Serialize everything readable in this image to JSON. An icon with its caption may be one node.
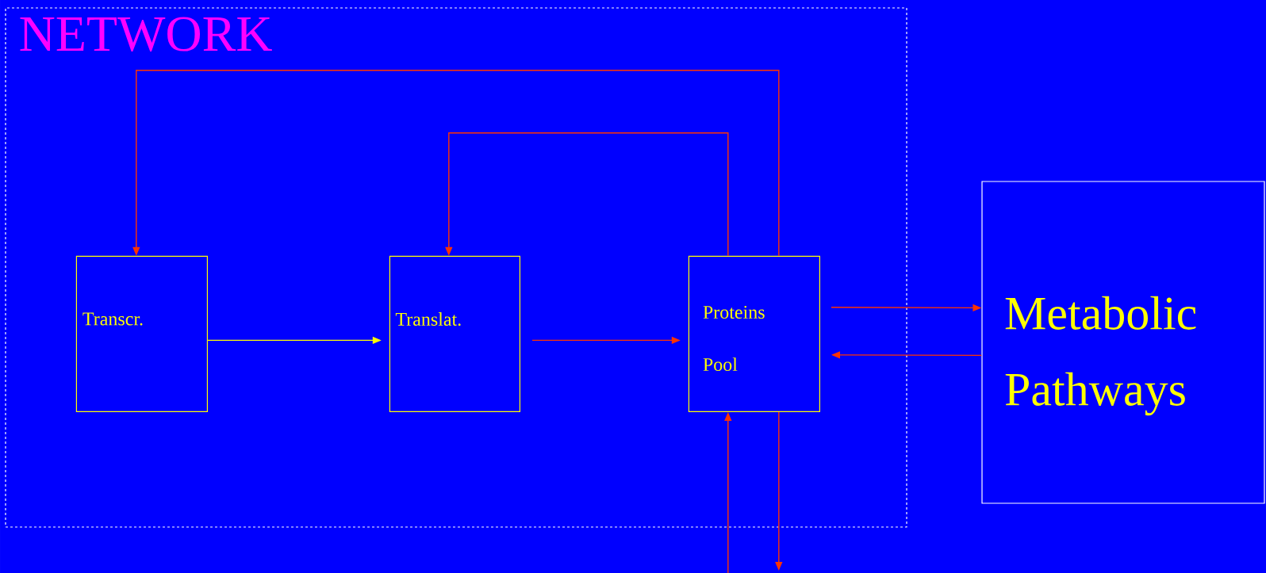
{
  "diagram": {
    "nodes": [
      {
        "text": [
          "NETWORK"
        ]
      },
      {
        "text": [
          "Transcr."
        ],
        "in": 0
      },
      {
        "text": [
          "Translat."
        ],
        "in": 0
      },
      {
        "text": [
          "Proteins Pool"
        ],
        "in": 0
      },
      {
        "text": [
          "Metabolic Pathways"
        ]
      }
    ],
    "edges": [
      {
        "from": 1,
        "to": 2,
        "arrow": "to",
        "color": "#ffff00"
      },
      {
        "from": 2,
        "to": 3,
        "arrow": "to"
      },
      {
        "from": 3,
        "to": 1,
        "arrow": "to"
      },
      {
        "from": 3,
        "to": 2,
        "arrow": "to"
      },
      {
        "from": 3,
        "to": 4,
        "arrow": "to"
      },
      {
        "from": 4,
        "to": 3,
        "arrow": "to"
      },
      {
        "from": null,
        "to": 3,
        "arrow": "to"
      },
      {
        "from": 3,
        "to": null,
        "arrow": "to"
      }
    ]
  }
}
